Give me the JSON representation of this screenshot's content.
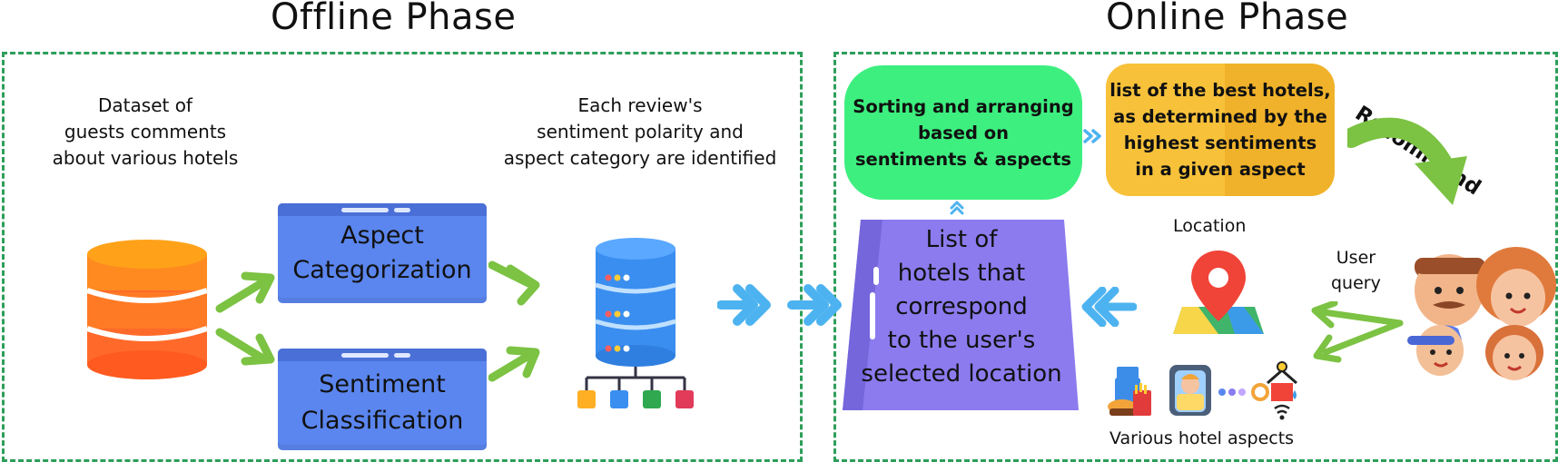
{
  "offline": {
    "title": "Offline Phase",
    "dataset_caption": [
      "Dataset of",
      "guests comments",
      "about various hotels"
    ],
    "review_caption": [
      "Each review's",
      "sentiment polarity and",
      "aspect category are identified"
    ],
    "aspect_box": [
      "Aspect",
      "Categorization"
    ],
    "sentiment_box": [
      "Sentiment",
      "Classification"
    ]
  },
  "online": {
    "title": "Online Phase",
    "sorting_box": [
      "Sorting and arranging",
      "based on",
      "sentiments & aspects"
    ],
    "best_box": [
      "list of the best hotels,",
      "as determined by the",
      "highest sentiments",
      "in a given aspect"
    ],
    "recommend_label": "Recommend",
    "hotel_list_box": [
      "List of",
      "hotels that",
      "correspond",
      "to the user's",
      "selected location"
    ],
    "location_label": "Location",
    "user_query_label": [
      "User",
      "query"
    ],
    "aspects_label": "Various hotel aspects"
  },
  "colors": {
    "panel_border": "#2e9e5a",
    "blue_box": "#5b86ef",
    "green_box": "#3def7f",
    "yellow_box": "#f7c23a",
    "purple_box": "#8b7bee",
    "arrow_green": "#7cc243",
    "arrow_blue": "#4db3f0"
  }
}
